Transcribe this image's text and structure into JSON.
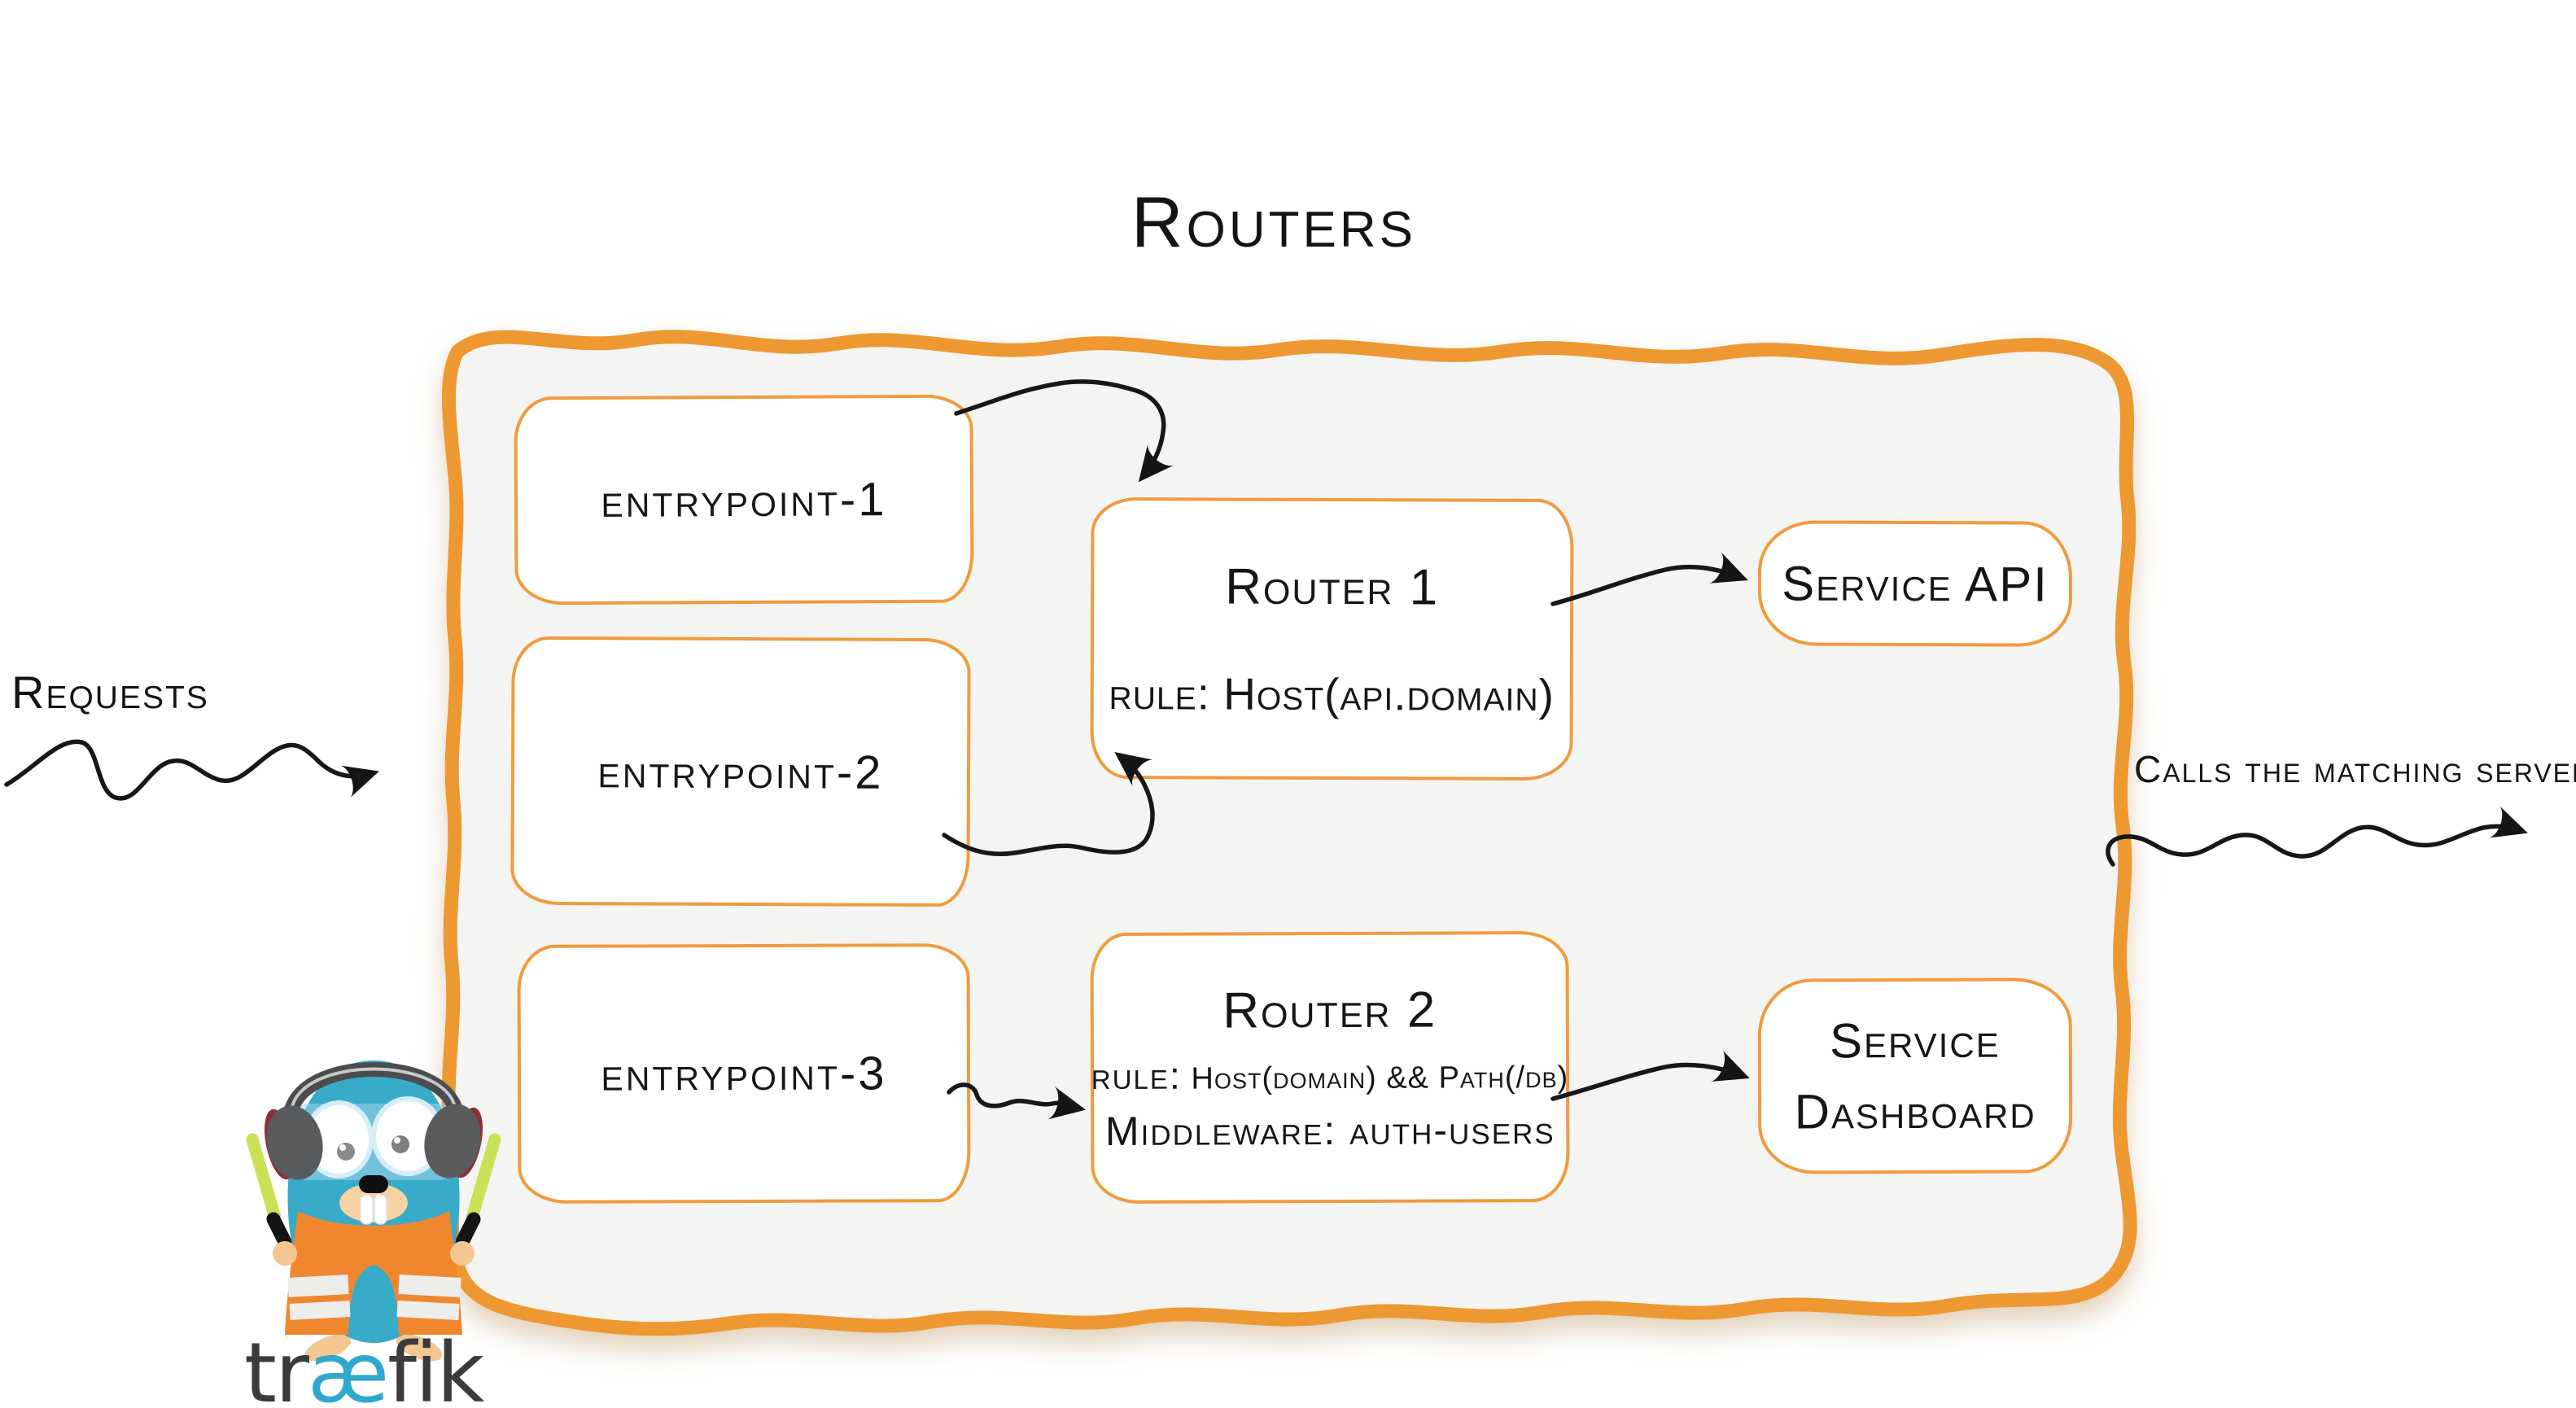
{
  "title": "Routers",
  "labels": {
    "requests": "Requests",
    "calls": "Calls the matching server"
  },
  "entrypoints": [
    {
      "label": "entrypoint-1"
    },
    {
      "label": "entrypoint-2"
    },
    {
      "label": "entrypoint-3"
    }
  ],
  "routers": [
    {
      "name": "Router 1",
      "rule": "rule: Host(api.domain)"
    },
    {
      "name": "Router 2",
      "rule_prefix": "rule:",
      "rule_body": "Host(domain) && Path(/db)",
      "middleware": "Middleware: auth-users"
    }
  ],
  "services": [
    {
      "label": "Service API"
    },
    {
      "line1": "Service",
      "line2": "Dashboard"
    }
  ],
  "logo": {
    "brand_prefix": "tr",
    "brand_ae": "æ",
    "brand_suffix": "fik"
  },
  "colors": {
    "accent_orange": "#ED9831",
    "box_border_orange": "#F09B3D",
    "container_fill": "#F4F4F2",
    "ink": "#161616",
    "logo_blue": "#2FA8CE",
    "logo_gray": "#3B3B3D",
    "gopher_teal": "#38ABC8",
    "vest_orange": "#F0872F",
    "stick_green": "#C9E156"
  }
}
